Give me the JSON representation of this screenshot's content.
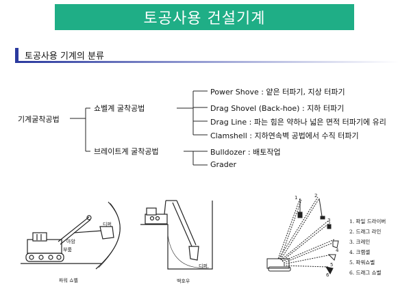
{
  "title": "토공사용 건설기계",
  "section_title": "토공사용 기계의 분류",
  "tree": {
    "root": "기계굴착공법",
    "branches": [
      {
        "label": "쇼벨계 굴착공법",
        "items": [
          "Power Shove : 얕은 터파기, 지상 터파기",
          "Drag Shovel (Back-hoe) : 지하 터파기",
          "Drag Line : 파는 힘은 약하나 넓은 면적 터파기에 유리",
          "Clamshell : 지하연속벽 공법에서 수직 터파기"
        ]
      },
      {
        "label": "브레이트계 굴착공법",
        "items": [
          "Bulldozer : 배토작업",
          "Grader"
        ]
      }
    ]
  },
  "figures": {
    "power_shovel": {
      "caption": "파워 쇼벨",
      "labels": {
        "dipper": "디퍼",
        "arm": "아암",
        "boom": "부룸"
      }
    },
    "backhoe": {
      "caption": "백호우",
      "labels": {
        "dipper": "디퍼"
      }
    },
    "crane_attachments": {
      "numbers": [
        "1",
        "2",
        "3",
        "4",
        "5",
        "6"
      ],
      "legend": [
        "1. 파일 드라이버",
        "2. 드래그 라인",
        "3. 크레인",
        "4. 크램셸",
        "5. 파워쇼벨",
        "6. 드래그 쇼벨"
      ]
    }
  },
  "colors": {
    "banner": "#1fae86",
    "accent_bar": "#2b3a9e"
  }
}
